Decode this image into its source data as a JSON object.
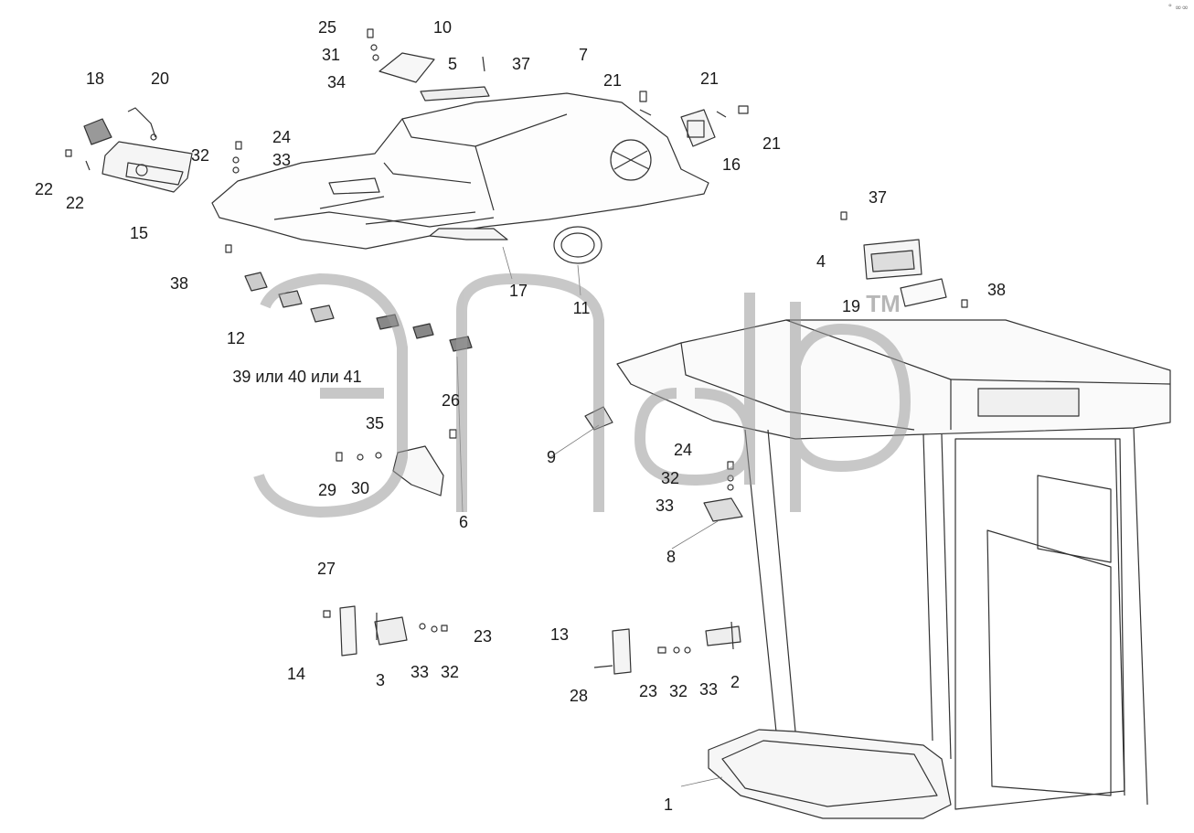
{
  "diagram": {
    "watermark": {
      "text": "элф",
      "trademark": "TM"
    },
    "corner_mark": "° ∞∞",
    "callouts": [
      "25",
      "10",
      "31",
      "5",
      "37",
      "7",
      "34",
      "18",
      "20",
      "21",
      "22",
      "32",
      "24",
      "33",
      "21",
      "16",
      "21",
      "22",
      "15",
      "37",
      "38",
      "4",
      "19",
      "38",
      "17",
      "11",
      "12",
      "39 или 40 или 41",
      "26",
      "35",
      "9",
      "24",
      "32",
      "29",
      "30",
      "6",
      "33",
      "8",
      "27",
      "23",
      "13",
      "14",
      "3",
      "33",
      "32",
      "23",
      "32",
      "33",
      "2",
      "28",
      "1"
    ]
  }
}
